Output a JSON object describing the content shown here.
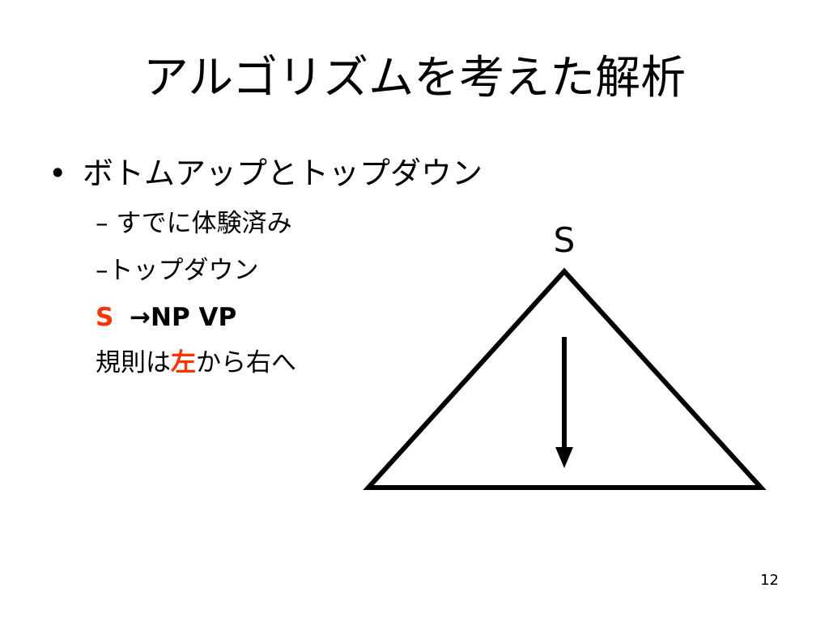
{
  "slide": {
    "title": "アルゴリズムを考えた解析",
    "bullet": {
      "marker": "•",
      "text": "ボトムアップとトップダウン"
    },
    "sub_items": [
      {
        "dash": "–",
        "text": "すでに体験済み"
      },
      {
        "dash": "–",
        "text": "トップダウン"
      }
    ],
    "rule_line": {
      "symbol": "S",
      "rest": "→NP  VP"
    },
    "note_line": {
      "before": "規則は",
      "highlight": "左",
      "after": "から右へ"
    },
    "diagram": {
      "root_label": "S"
    },
    "page_number": "12"
  },
  "colors": {
    "text": "#000000",
    "accent": "#ff3300",
    "background": "#ffffff"
  }
}
